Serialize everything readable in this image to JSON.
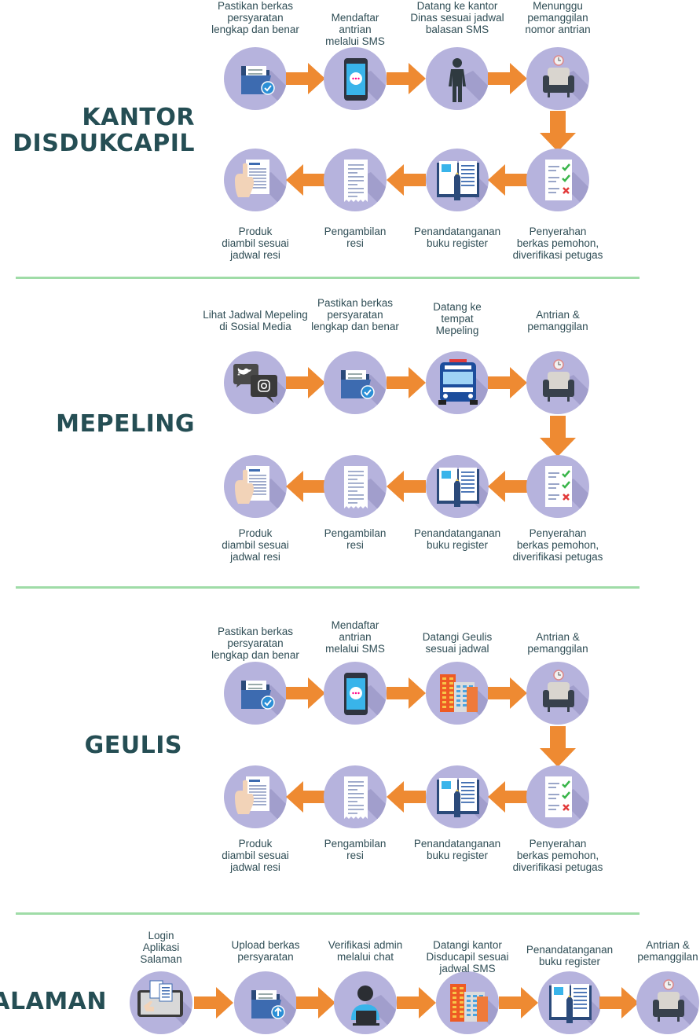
{
  "sections": [
    {
      "title_lines": [
        "KANTOR",
        "DISDUKCAPIL"
      ],
      "row1": [
        {
          "label": "Pastikan berkas\npersyaratan\nlengkap dan benar",
          "icon": "folder-check-icon"
        },
        {
          "label": "Mendaftar\nantrian\nmelalui SMS",
          "icon": "phone-sms-icon"
        },
        {
          "label": "Datang ke kantor\nDinas sesuai  jadwal\nbalasan SMS",
          "icon": "person-walking-icon"
        },
        {
          "label": "Menunggu\npemanggilan\nnomor antrian",
          "icon": "waiting-chair-icon"
        }
      ],
      "row2": [
        {
          "label": "Produk\ndiambil sesuai\njadwal resi",
          "icon": "hand-document-icon"
        },
        {
          "label": "Pengambilan\nresi",
          "icon": "receipt-icon"
        },
        {
          "label": "Penandatanganan\nbuku register",
          "icon": "register-book-icon"
        },
        {
          "label": "Penyerahan\nberkas pemohon,\ndiverifikasi petugas",
          "icon": "checklist-icon"
        }
      ]
    },
    {
      "title_lines": [
        "MEPELING"
      ],
      "row1": [
        {
          "label": "Lihat Jadwal Mepeling\ndi Sosial Media",
          "icon": "social-media-icon"
        },
        {
          "label": "Pastikan berkas\npersyaratan\nlengkap dan benar",
          "icon": "folder-check-icon"
        },
        {
          "label": "Datang ke\ntempat\nMepeling",
          "icon": "bus-icon"
        },
        {
          "label": "Antrian &\npemanggilan",
          "icon": "waiting-chair-icon"
        }
      ],
      "row2": [
        {
          "label": "Produk\ndiambil sesuai\njadwal resi",
          "icon": "hand-document-icon"
        },
        {
          "label": "Pengambilan\nresi",
          "icon": "receipt-icon"
        },
        {
          "label": "Penandatanganan\nbuku register",
          "icon": "register-book-icon"
        },
        {
          "label": "Penyerahan\nberkas pemohon,\ndiverifikasi petugas",
          "icon": "checklist-icon"
        }
      ]
    },
    {
      "title_lines": [
        "GEULIS"
      ],
      "row1": [
        {
          "label": "Pastikan berkas\npersyaratan\nlengkap dan benar",
          "icon": "folder-check-icon"
        },
        {
          "label": "Mendaftar\nantrian\nmelalui SMS",
          "icon": "phone-sms-icon"
        },
        {
          "label": "Datangi Geulis\nsesuai jadwal",
          "icon": "buildings-icon"
        },
        {
          "label": "Antrian &\npemanggilan",
          "icon": "waiting-chair-icon"
        }
      ],
      "row2": [
        {
          "label": "Produk\ndiambil sesuai\njadwal resi",
          "icon": "hand-document-icon"
        },
        {
          "label": "Pengambilan\nresi",
          "icon": "receipt-icon"
        },
        {
          "label": "Penandatanganan\nbuku register",
          "icon": "register-book-icon"
        },
        {
          "label": "Penyerahan\nberkas pemohon,\ndiverifikasi petugas",
          "icon": "checklist-icon"
        }
      ]
    },
    {
      "title_lines": [
        "SALAMAN"
      ],
      "row1": [
        {
          "label": "Login\nAplikasi\nSalaman",
          "icon": "tablet-app-icon"
        },
        {
          "label": "Upload berkas\npersyaratan",
          "icon": "folder-upload-icon"
        },
        {
          "label": "Verifikasi admin\nmelalui chat",
          "icon": "admin-laptop-icon"
        },
        {
          "label": "Datangi kantor\nDisducapil sesuai\njadwal SMS",
          "icon": "buildings-icon"
        },
        {
          "label": "Penandatanganan\nbuku register",
          "icon": "register-book-icon"
        },
        {
          "label": "Antrian &\npemanggilan",
          "icon": "waiting-chair-icon"
        }
      ],
      "row2": []
    }
  ],
  "colors": {
    "circle": "#b6b3dd",
    "arrow": "#ee8a32",
    "divider": "#9fdca7",
    "title": "#254e54",
    "text": "#2f4d55"
  }
}
